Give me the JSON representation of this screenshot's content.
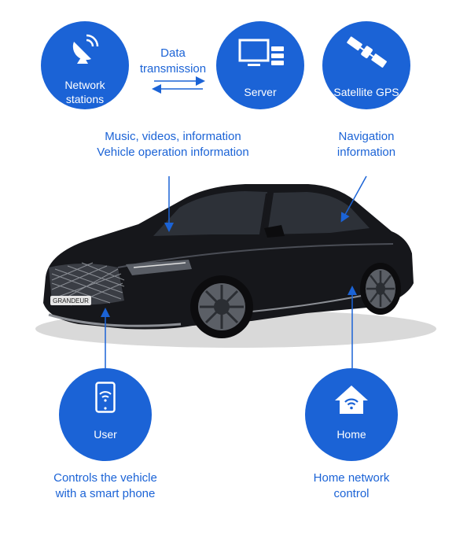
{
  "nodes": {
    "network": {
      "label_line1": "Network",
      "label_line2": "stations",
      "icon": "satellite-dish-icon"
    },
    "server": {
      "label": "Server",
      "icon": "server-icon"
    },
    "gps": {
      "label": "Satellite GPS",
      "icon": "satellite-icon"
    },
    "user": {
      "label": "User",
      "icon": "smartphone-wifi-icon"
    },
    "home": {
      "label": "Home",
      "icon": "home-wifi-icon"
    }
  },
  "captions": {
    "data_transmission_line1": "Data",
    "data_transmission_line2": "transmission",
    "music_line1": "Music, videos, information",
    "music_line2": "Vehicle operation information",
    "navigation_line1": "Navigation",
    "navigation_line2": "information",
    "user_line1": "Controls the vehicle",
    "user_line2": "with a smart phone",
    "home_line1": "Home network",
    "home_line2": "control"
  },
  "car": {
    "badge": "GRANDEUR"
  },
  "colors": {
    "accent": "#1b63d6",
    "car_body": "#16171b"
  }
}
